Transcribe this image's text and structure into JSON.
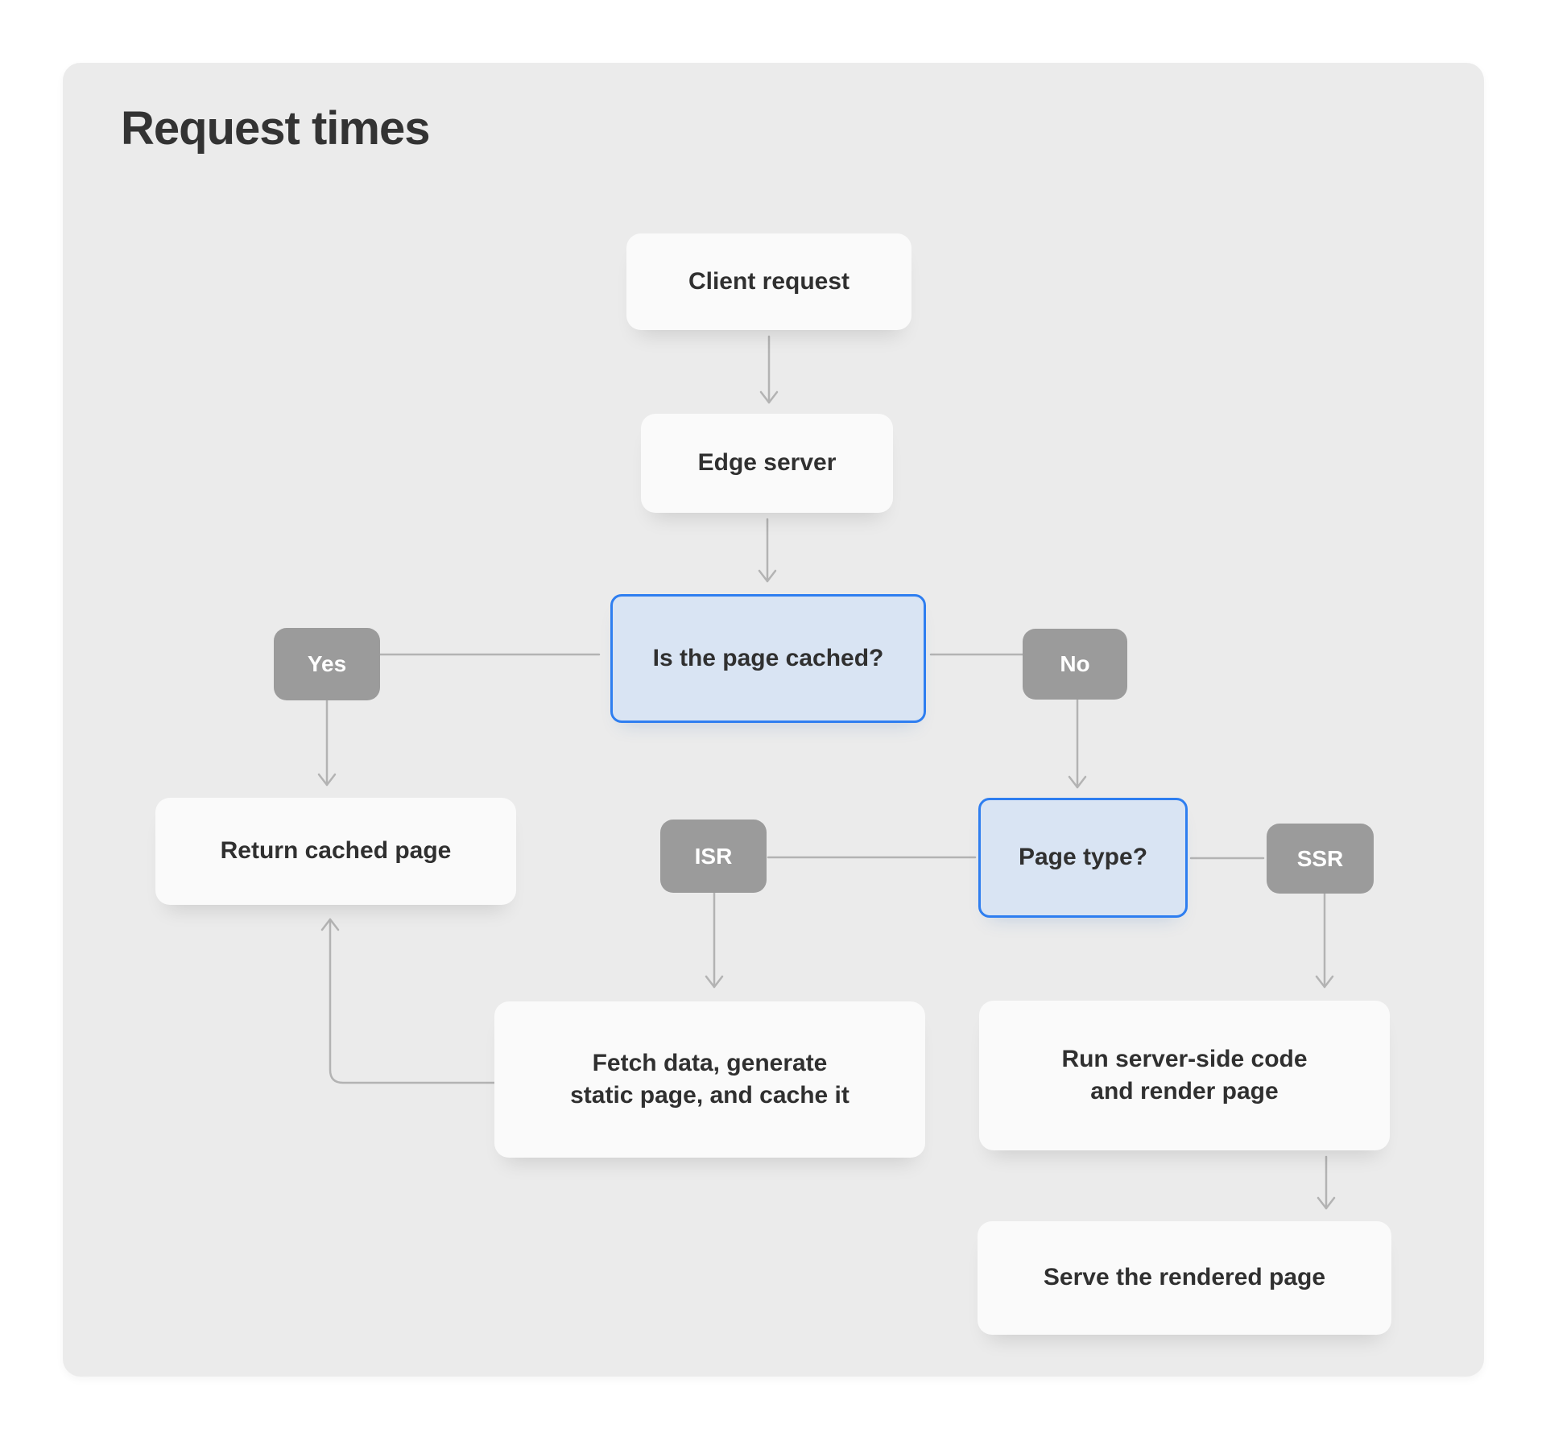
{
  "page": {
    "title": "Request times"
  },
  "colors": {
    "panel_background": "#ebebeb",
    "card_background": "#fafafa",
    "decision_fill": "#d9e4f3",
    "decision_border": "#2e7ef0",
    "badge_background": "#9b9b9b",
    "badge_text": "#ffffff",
    "text": "#303030",
    "connector": "#b3b3b3"
  },
  "nodes": {
    "client_request": {
      "label": "Client request",
      "type": "card"
    },
    "edge_server": {
      "label": "Edge server",
      "type": "card"
    },
    "is_page_cached": {
      "label": "Is the page cached?",
      "type": "decision"
    },
    "yes": {
      "label": "Yes",
      "type": "badge"
    },
    "no": {
      "label": "No",
      "type": "badge"
    },
    "return_cached_page": {
      "label": "Return cached page",
      "type": "card"
    },
    "page_type": {
      "label": "Page type?",
      "type": "decision"
    },
    "isr": {
      "label": "ISR",
      "type": "badge"
    },
    "ssr": {
      "label": "SSR",
      "type": "badge"
    },
    "fetch_data": {
      "label": "Fetch data, generate\nstatic page, and cache it",
      "type": "card"
    },
    "run_server_side": {
      "label": "Run server-side code\nand render page",
      "type": "card"
    },
    "serve_rendered": {
      "label": "Serve the rendered page",
      "type": "card"
    }
  },
  "edges": [
    {
      "from": "client_request",
      "to": "edge_server"
    },
    {
      "from": "edge_server",
      "to": "is_page_cached"
    },
    {
      "from": "is_page_cached",
      "to": "yes"
    },
    {
      "from": "is_page_cached",
      "to": "no"
    },
    {
      "from": "yes",
      "to": "return_cached_page"
    },
    {
      "from": "no",
      "to": "page_type"
    },
    {
      "from": "page_type",
      "to": "isr"
    },
    {
      "from": "page_type",
      "to": "ssr"
    },
    {
      "from": "isr",
      "to": "fetch_data"
    },
    {
      "from": "ssr",
      "to": "run_server_side"
    },
    {
      "from": "fetch_data",
      "to": "return_cached_page"
    },
    {
      "from": "run_server_side",
      "to": "serve_rendered"
    }
  ]
}
